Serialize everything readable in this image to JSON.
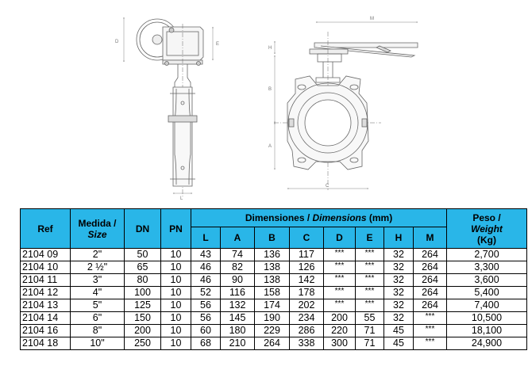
{
  "drawing": {
    "labels": [
      "D",
      "E",
      "L",
      "M",
      "H",
      "B",
      "A",
      "C"
    ]
  },
  "table": {
    "headers": {
      "ref": "Ref",
      "medida": "Medida /",
      "size": "Size",
      "dn": "DN",
      "pn": "PN",
      "dimensiones": "Dimensiones / ",
      "dimensions": "Dimensions",
      "unit": " (mm)",
      "peso": "Peso /",
      "weight": "Weight",
      "kg": "(Kg)",
      "subcols": [
        "L",
        "A",
        "B",
        "C",
        "D",
        "E",
        "H",
        "M"
      ]
    },
    "rows": [
      [
        "2104 09",
        "2\"",
        "50",
        "10",
        "43",
        "74",
        "136",
        "117",
        "***",
        "***",
        "32",
        "264",
        "2,700"
      ],
      [
        "2104 10",
        "2 ½\"",
        "65",
        "10",
        "46",
        "82",
        "138",
        "126",
        "***",
        "***",
        "32",
        "264",
        "3,300"
      ],
      [
        "2104 11",
        "3\"",
        "80",
        "10",
        "46",
        "90",
        "138",
        "142",
        "***",
        "***",
        "32",
        "264",
        "3,600"
      ],
      [
        "2104 12",
        "4\"",
        "100",
        "10",
        "52",
        "116",
        "158",
        "178",
        "***",
        "***",
        "32",
        "264",
        "5,400"
      ],
      [
        "2104 13",
        "5\"",
        "125",
        "10",
        "56",
        "132",
        "174",
        "202",
        "***",
        "***",
        "32",
        "264",
        "7,400"
      ],
      [
        "2104 14",
        "6\"",
        "150",
        "10",
        "56",
        "145",
        "190",
        "234",
        "200",
        "55",
        "32",
        "***",
        "10,500"
      ],
      [
        "2104 16",
        "8\"",
        "200",
        "10",
        "60",
        "180",
        "229",
        "286",
        "220",
        "71",
        "45",
        "***",
        "18,100"
      ],
      [
        "2104 18",
        "10\"",
        "250",
        "10",
        "68",
        "210",
        "264",
        "338",
        "300",
        "71",
        "45",
        "***",
        "24,900"
      ]
    ]
  }
}
